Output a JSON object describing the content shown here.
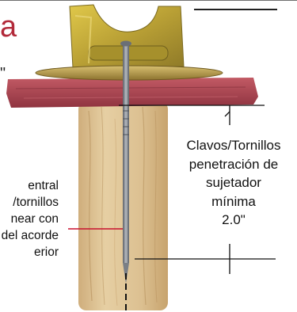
{
  "heading_fragment": "a",
  "quote_fragment": "\"",
  "left_caption": {
    "lines": [
      "entral",
      "/tornillos",
      "near con",
      "del acorde",
      "erior"
    ]
  },
  "right_caption": {
    "lines": [
      "Clavos/Tornillos",
      "penetración de",
      "sujetador",
      "mínima",
      "2.0\""
    ]
  },
  "colors": {
    "heading": "#b22a3a",
    "connector": "#c9b032",
    "plate": "#b99b3f",
    "wood_strip": "#a8424c",
    "lumber": "#d9bd8f",
    "nail": "#7a7f86",
    "pointer_line": "#c8102e"
  }
}
